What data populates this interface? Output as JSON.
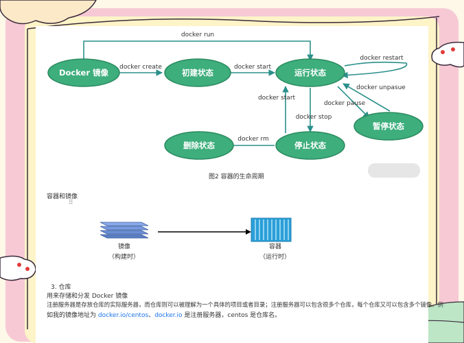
{
  "diagram": {
    "nodes": [
      {
        "id": "image",
        "label": "Docker 镜像"
      },
      {
        "id": "created",
        "label": "初建状态"
      },
      {
        "id": "running",
        "label": "运行状态"
      },
      {
        "id": "paused",
        "label": "暂停状态"
      },
      {
        "id": "stopped",
        "label": "停止状态"
      },
      {
        "id": "deleted",
        "label": "删除状态"
      }
    ],
    "edges": [
      {
        "from": "image",
        "to": "running",
        "label": "docker run"
      },
      {
        "from": "image",
        "to": "created",
        "label": "docker create"
      },
      {
        "from": "created",
        "to": "running",
        "label": "docker start"
      },
      {
        "from": "running",
        "to": "running",
        "label": "docker restart"
      },
      {
        "from": "paused",
        "to": "running",
        "label": "docker unpasue"
      },
      {
        "from": "running",
        "to": "paused",
        "label": "docker pause"
      },
      {
        "from": "stopped",
        "to": "running",
        "label": "docker start"
      },
      {
        "from": "running",
        "to": "stopped",
        "label": "docker stop"
      },
      {
        "from": "stopped",
        "to": "deleted",
        "label": "docker rm"
      }
    ],
    "caption": "图2 容器的生命周期"
  },
  "section_heading": "容器和镜像",
  "drag_handle": "⠿",
  "image_block": {
    "label": "镜像",
    "sublabel": "（构建时）"
  },
  "container_block": {
    "label": "容器",
    "sublabel": "（运行时）"
  },
  "list_item": "3. 仓库",
  "paragraph1": "用来存储和分发 Docker 镜像",
  "paragraph2": "注册服务器是存放仓库的实际服务器，而仓库则可以被理解为一个具体的项目或者目录；注册服务器可以包含很多个仓库，每个仓库又可以包含多个镜像。例",
  "paragraph3_prefix": "如我的镜像地址为 ",
  "link1": "docker.io/centos",
  "separator": "、",
  "link2": "docker.io",
  "paragraph3_suffix": " 是注册服务器，centos 是仓库名。",
  "colors": {
    "node_fill": "#3dae7c",
    "node_stroke": "#2b8a60",
    "edge": "#2a8f8a",
    "frame_pink": "#f6c9d5",
    "frame_yellow": "#fdf4c8",
    "link": "#1a73e8"
  }
}
